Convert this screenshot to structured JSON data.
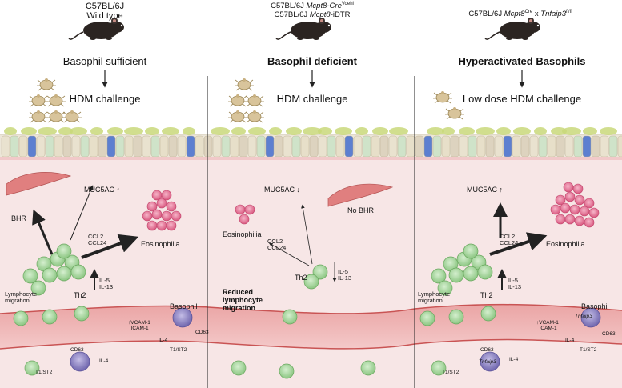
{
  "panels": [
    {
      "strain_line1": "C57BL/6J",
      "strain_line2": "Wild type",
      "condition": "Basophil sufficient",
      "challenge": "HDM challenge",
      "labels": {
        "muc": "MUC5AC",
        "bhr": "BHR",
        "eos": "Eosinophilia",
        "ccl2": "CCL2",
        "ccl24": "CCL24",
        "th2": "Th2",
        "il5": "IL-5",
        "il13": "IL-13",
        "lymph1": "Lymphocyte",
        "lymph2": "migration",
        "basophil": "Basophil",
        "vcam": "VCAM-1",
        "icam": "ICAM-1",
        "il4a": "IL-4",
        "il4b": "IL-4",
        "cd63a": "CD63",
        "cd63b": "CD63",
        "st2a": "T1/ST2",
        "st2b": "T1/ST2"
      }
    },
    {
      "strain_line1a": "C57BL/6J ",
      "strain_line1b": "Mcpt8-Cre",
      "strain_line1sup": "Voehl",
      "strain_line2a": "C57BL/6J ",
      "strain_line2b": "Mcpt8",
      "strain_line2c": "-iDTR",
      "condition": "Basophil deficient",
      "challenge": "HDM challenge",
      "labels": {
        "muc": "MUC5AC",
        "nobhr": "No BHR",
        "eos": "Eosinophilia",
        "ccl2": "CCL2",
        "ccl24": "CCL24",
        "th2": "Th2",
        "il5": "IL-5",
        "il13": "IL-13",
        "reduced1": "Reduced",
        "reduced2": "lymphocyte",
        "reduced3": "migration"
      }
    },
    {
      "strain_a": "C57BL/6J ",
      "strain_b": "Mcpt8",
      "strain_bsup": "Cre",
      "strain_c": " x ",
      "strain_d": "Tnfaip3",
      "strain_dsup": "fl/fl",
      "condition": "Hyperactivated Basophils",
      "challenge": "Low dose HDM challenge",
      "labels": {
        "muc": "MUC5AC",
        "eos": "Eosinophilia",
        "ccl2": "CCL2",
        "ccl24": "CCL24",
        "th2": "Th2",
        "il5": "IL-5",
        "il13": "IL-13",
        "lymph1": "Lymphocyte",
        "lymph2": "migration",
        "basophil": "Basophil",
        "vcam": "VCAM-1",
        "icam": "ICAM-1",
        "il4a": "IL-4",
        "il4b": "IL-4",
        "cd63a": "CD63",
        "cd63b": "CD63",
        "st2a": "T1/ST2",
        "st2b": "T1/ST2",
        "tnf1": "Tnfaip3",
        "tnf2": "Tnfaip3"
      }
    }
  ],
  "colors": {
    "tissue": "#f7e6e6",
    "mucus": "#c9d87a",
    "vessel": "#e89a9a",
    "th2": "#a9d9a0",
    "basophil": "#8f86c4",
    "eosinophil": "#e9789c",
    "mouse": "#2b2421",
    "divider": "#222222"
  }
}
